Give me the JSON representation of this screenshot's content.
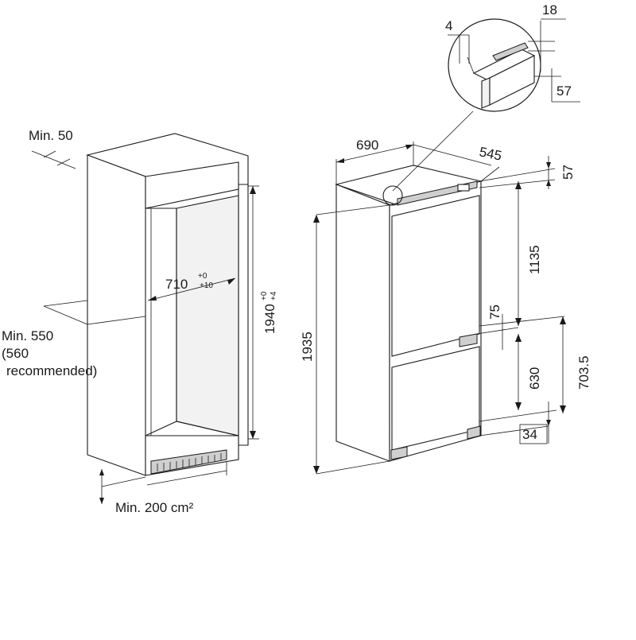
{
  "niche": {
    "min_top_gap": "Min. 50",
    "width_value": "710",
    "width_tol_upper": "+0",
    "width_tol_lower": "+10",
    "height_value": "1940",
    "height_tol_upper": "+0",
    "height_tol_lower": "+4",
    "min_depth_line1": "Min. 550",
    "min_depth_line2": "(560",
    "min_depth_line3": "recommended)",
    "ventilation": "Min. 200 cm²"
  },
  "appliance": {
    "width": "690",
    "depth": "545",
    "top_offset": "57",
    "total_height": "1935",
    "upper_section": "1135",
    "gap": "75",
    "lower_section": "630",
    "lower_total": "703.5",
    "foot": "34"
  },
  "detail": {
    "gap_left": "4",
    "gap_top": "18",
    "gap_right": "57"
  }
}
